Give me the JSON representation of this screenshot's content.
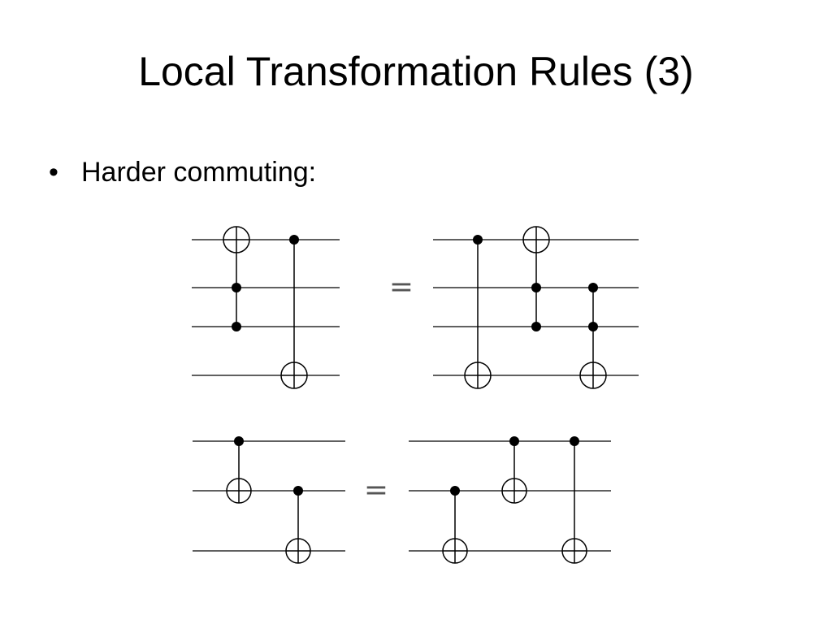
{
  "slide": {
    "title": "Local Transformation Rules (3)",
    "bullet": "Harder commuting:"
  },
  "equation_symbol": "=",
  "circuit_identities": [
    {
      "lhs": {
        "wires": 4,
        "gates": [
          {
            "type": "toffoli",
            "controls": [
              2,
              3
            ],
            "target": 1
          },
          {
            "type": "cnot",
            "control": 1,
            "target": 4
          }
        ]
      },
      "rhs": {
        "wires": 4,
        "gates": [
          {
            "type": "cnot",
            "control": 1,
            "target": 4
          },
          {
            "type": "toffoli",
            "controls": [
              2,
              3
            ],
            "target": 1
          },
          {
            "type": "toffoli",
            "controls": [
              2,
              3
            ],
            "target": 4
          }
        ]
      }
    },
    {
      "lhs": {
        "wires": 3,
        "gates": [
          {
            "type": "cnot",
            "control": 1,
            "target": 2
          },
          {
            "type": "cnot",
            "control": 2,
            "target": 3
          }
        ]
      },
      "rhs": {
        "wires": 3,
        "gates": [
          {
            "type": "cnot",
            "control": 2,
            "target": 3
          },
          {
            "type": "cnot",
            "control": 1,
            "target": 2
          },
          {
            "type": "cnot",
            "control": 1,
            "target": 3
          }
        ]
      }
    }
  ]
}
